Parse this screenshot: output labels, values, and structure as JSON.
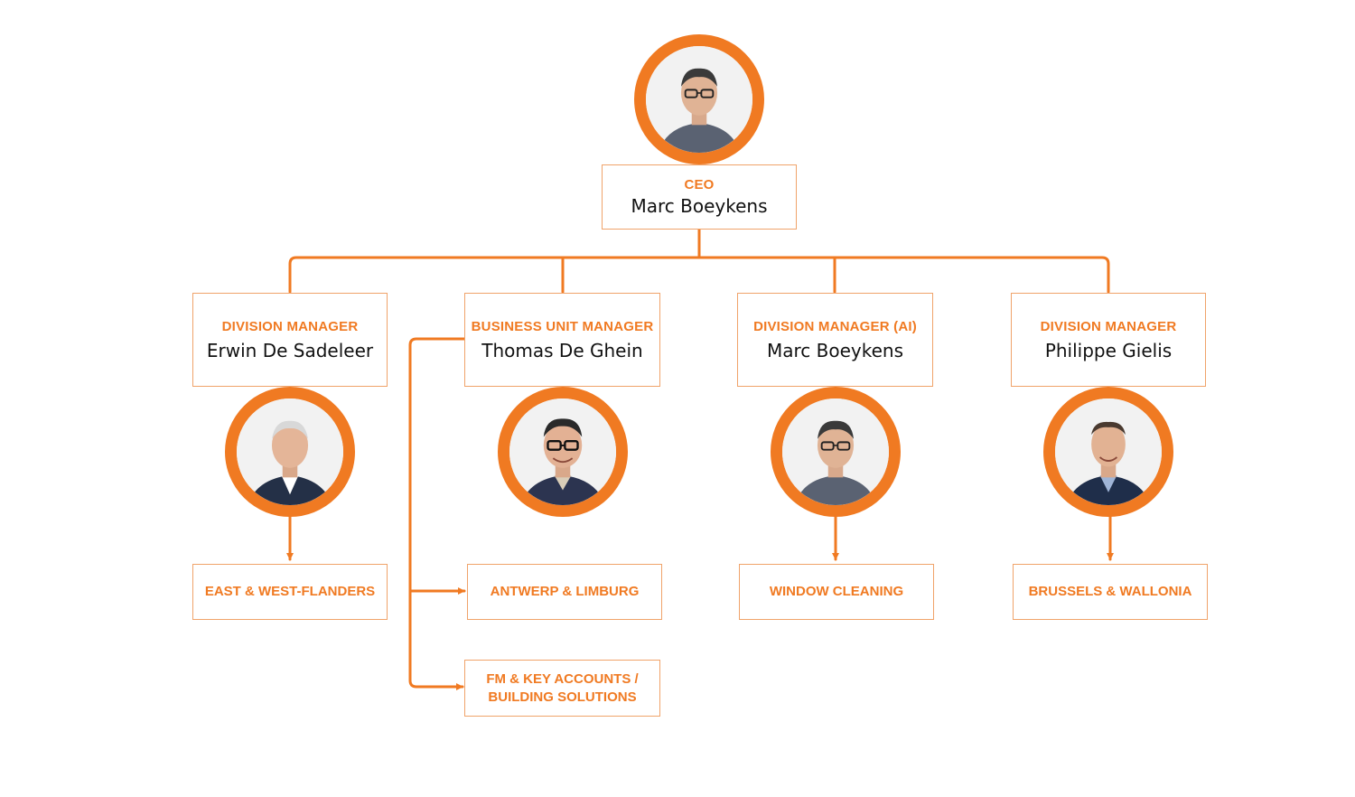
{
  "ceo": {
    "role": "CEO",
    "name": "Marc Boeykens"
  },
  "managers": [
    {
      "role": "DIVISION MANAGER",
      "name": "Erwin De Sadeleer"
    },
    {
      "role": "BUSINESS UNIT MANAGER",
      "name": "Thomas De Ghein"
    },
    {
      "role": "DIVISION MANAGER (AI)",
      "name": "Marc Boeykens"
    },
    {
      "role": "DIVISION MANAGER",
      "name": "Philippe Gielis"
    }
  ],
  "units": [
    {
      "line1": "EAST & WEST-FLANDERS",
      "line2": ""
    },
    {
      "line1": "ANTWERP & LIMBURG",
      "line2": ""
    },
    {
      "line1": "FM & KEY ACCOUNTS /",
      "line2": "BUILDING SOLUTIONS"
    },
    {
      "line1": "WINDOW CLEANING",
      "line2": ""
    },
    {
      "line1": "BRUSSELS & WALLONIA",
      "line2": ""
    }
  ],
  "colors": {
    "accent": "#f07a22",
    "box_border": "#f0a36a",
    "name_text": "#111111"
  }
}
